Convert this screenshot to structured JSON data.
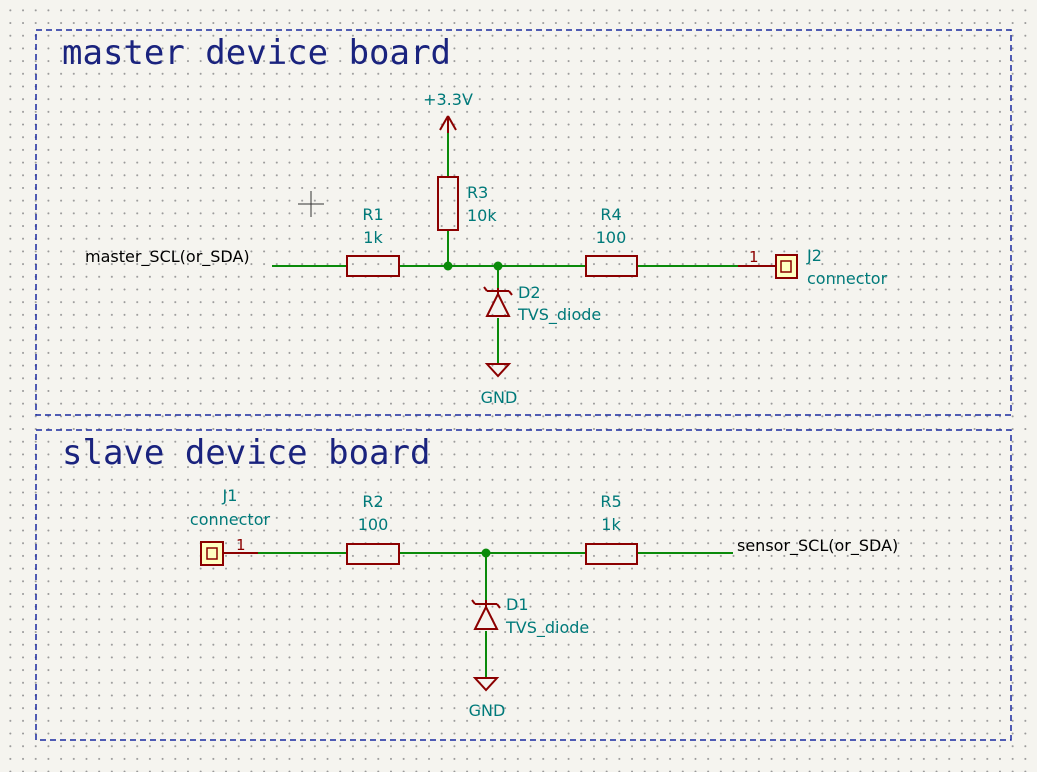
{
  "boards": {
    "master": {
      "title": "master device board"
    },
    "slave": {
      "title": "slave device board"
    }
  },
  "nets": {
    "master_signal": "master_SCL(or_SDA)",
    "sensor_signal": "sensor_SCL(or_SDA)",
    "supply": "+3.3V",
    "gnd_master": "GND",
    "gnd_slave": "GND"
  },
  "components": {
    "R1": {
      "ref": "R1",
      "value": "1k"
    },
    "R3": {
      "ref": "R3",
      "value": "10k"
    },
    "R4": {
      "ref": "R4",
      "value": "100"
    },
    "D2": {
      "ref": "D2",
      "value": "TVS_diode"
    },
    "J2": {
      "ref": "J2",
      "value": "connector",
      "pin": "1"
    },
    "J1": {
      "ref": "J1",
      "value": "connector",
      "pin": "1"
    },
    "R2": {
      "ref": "R2",
      "value": "100"
    },
    "R5": {
      "ref": "R5",
      "value": "1k"
    },
    "D1": {
      "ref": "D1",
      "value": "TVS_diode"
    }
  },
  "colors": {
    "wire": "#0a8a0a",
    "component": "#8b0000",
    "label": "#007a7a",
    "sheet_border": "#1a2aa0",
    "connector_fill": "#ffffc2"
  }
}
